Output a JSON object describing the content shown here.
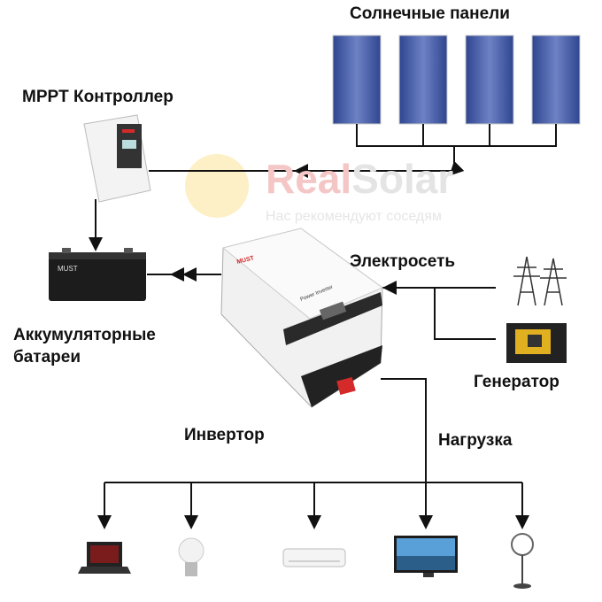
{
  "labels": {
    "solar_panels": "Солнечные панели",
    "mppt_controller": "MPPT Контроллер",
    "grid": "Электросеть",
    "batteries_line1": "Аккумуляторные",
    "batteries_line2": "батареи",
    "generator": "Генератор",
    "inverter": "Инвертор",
    "load": "Нагрузка"
  },
  "watermark": {
    "brand_part1": "Real",
    "brand_part2": "Solar",
    "tagline": "Нас рекомендуют соседям"
  },
  "device_text": {
    "inverter_brand": "MUST",
    "inverter_model": "Power Inverter",
    "battery_brand": "MUST"
  },
  "loads": [
    "laptop-icon",
    "light-bulb-icon",
    "air-conditioner-icon",
    "tv-icon",
    "fan-icon"
  ],
  "colors": {
    "line": "#111111",
    "panel": "#3a4f9a",
    "watermark_red": "#f4c6c6",
    "watermark_gray": "#e4e4e4",
    "accent_red": "#d42a2a"
  }
}
